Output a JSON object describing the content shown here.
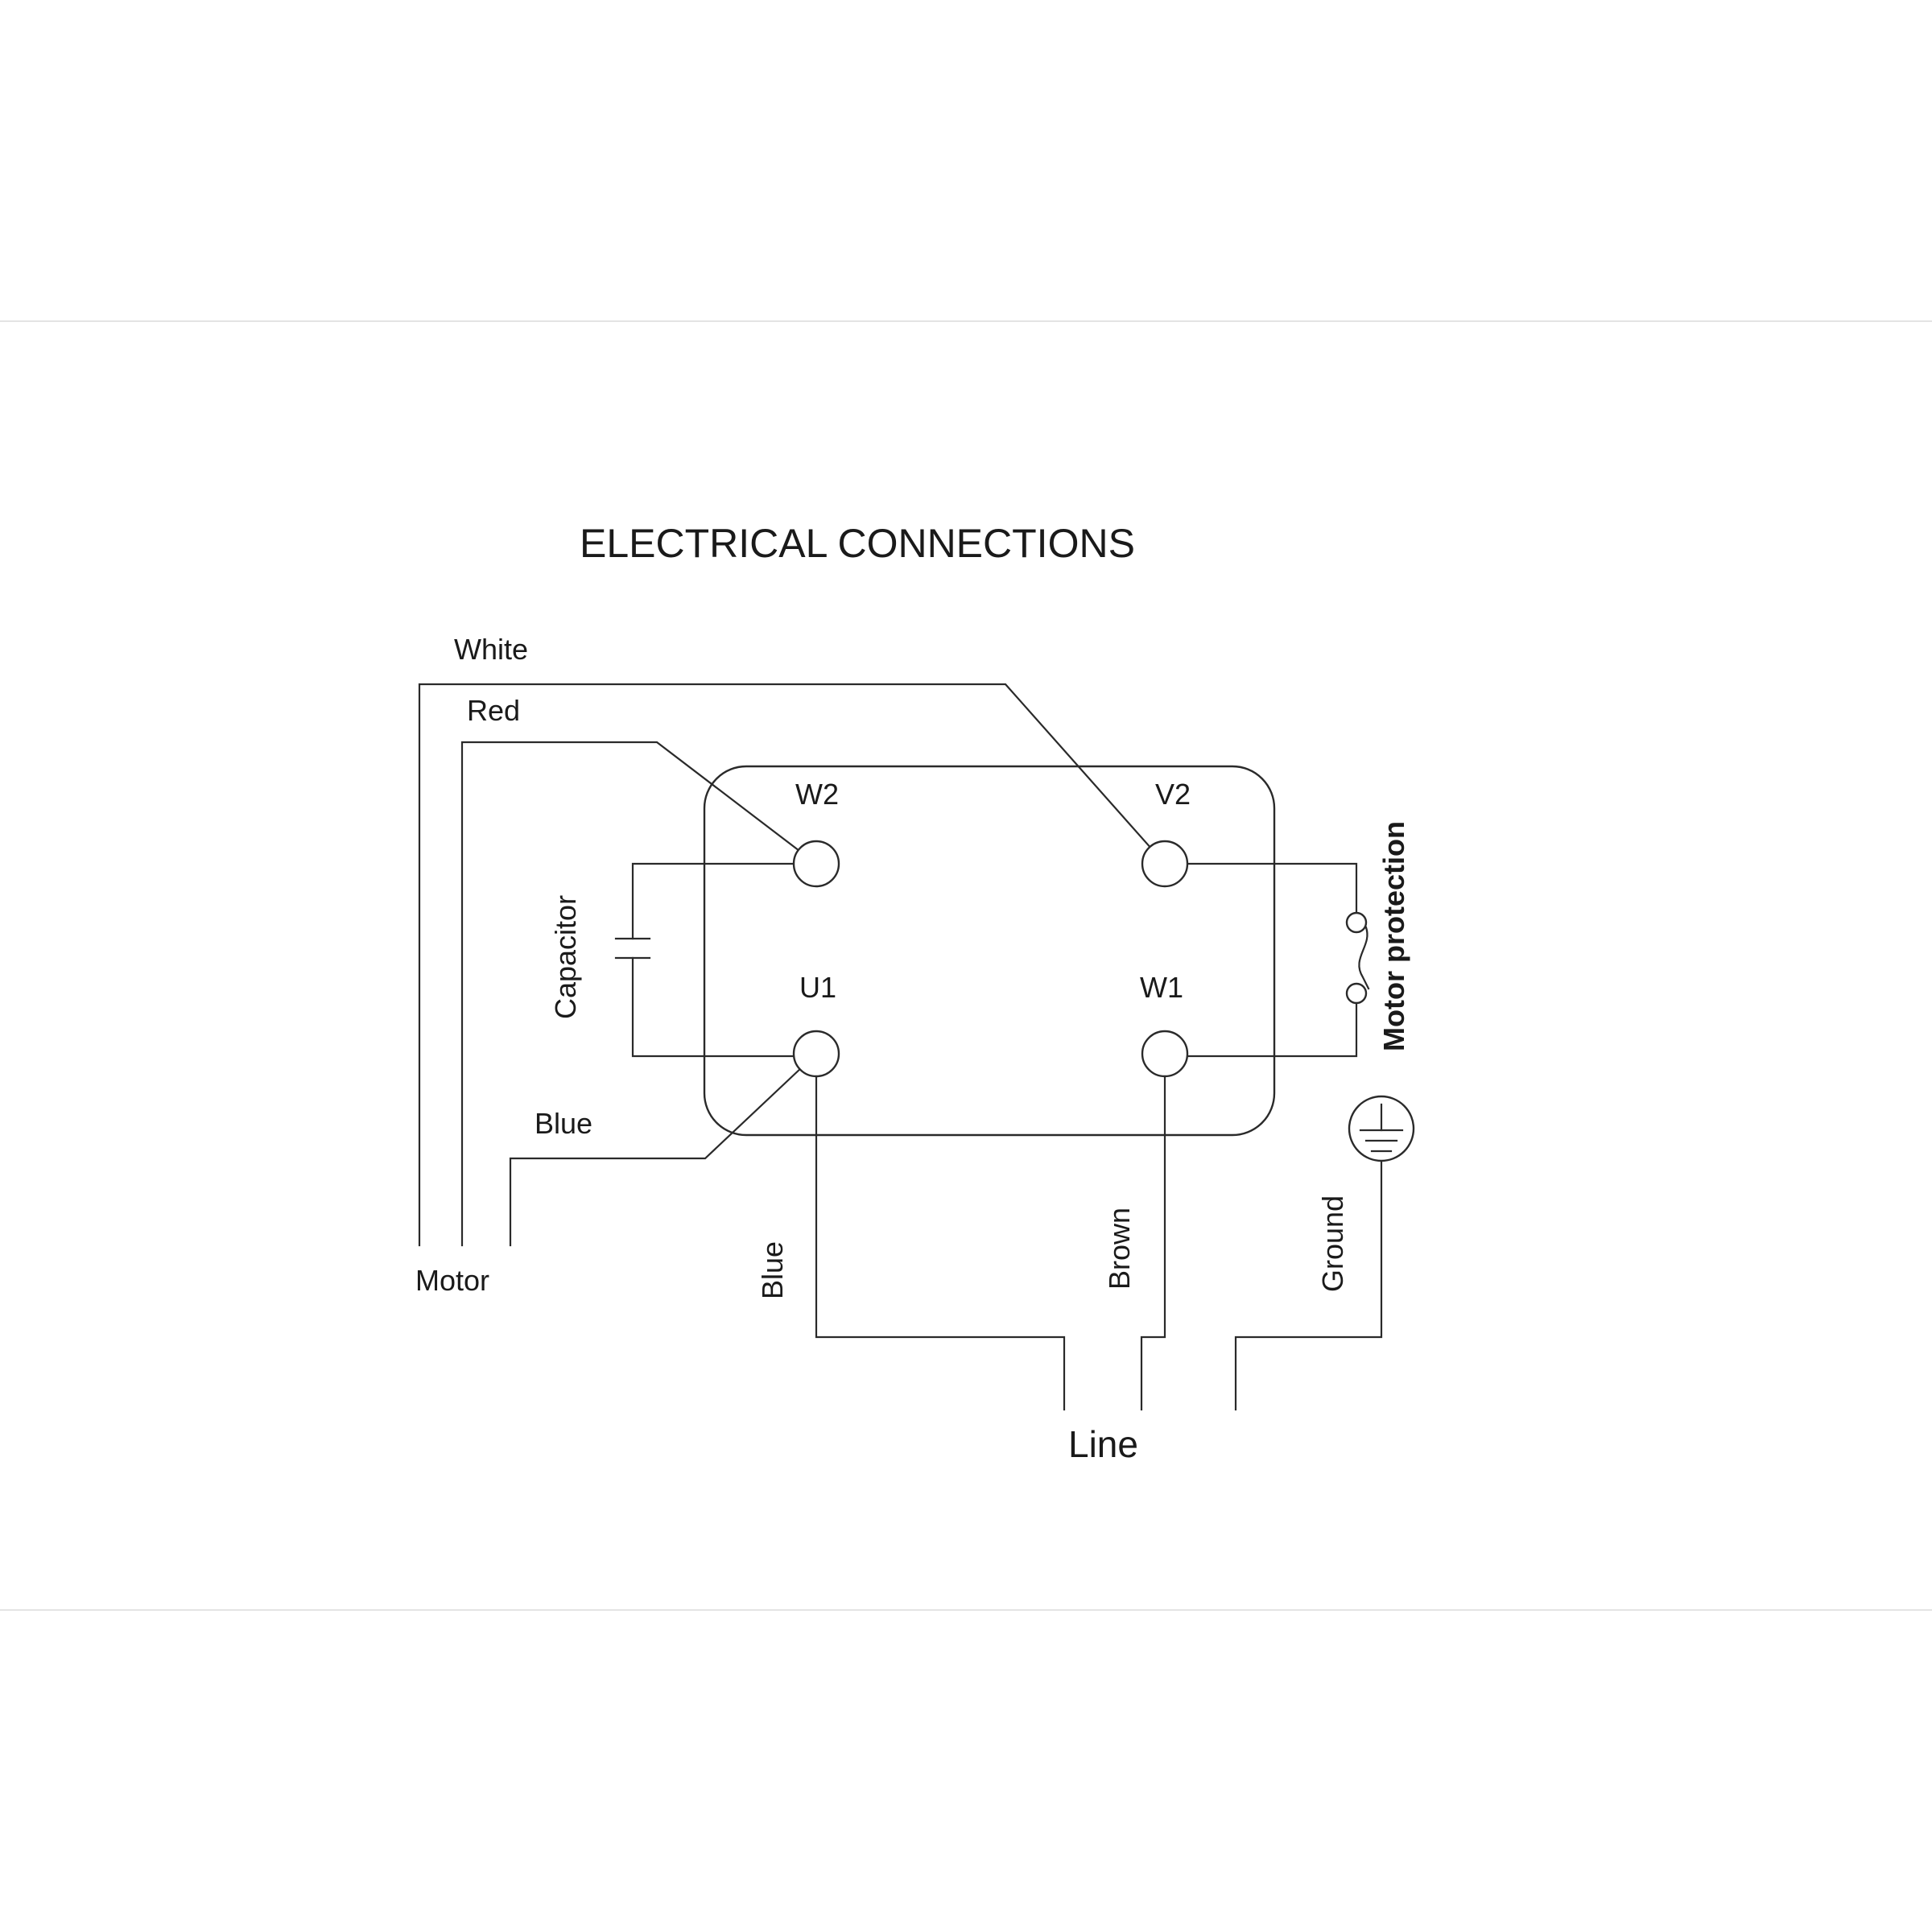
{
  "title": "ELECTRICAL CONNECTIONS",
  "terminals": {
    "w2": "W2",
    "v2": "V2",
    "u1": "U1",
    "w1": "W1"
  },
  "wires": {
    "white": "White",
    "red": "Red",
    "blue_motor": "Blue",
    "blue_line": "Blue",
    "brown": "Brown",
    "ground": "Ground"
  },
  "components": {
    "capacitor": "Capacitor",
    "motor_protection": "Motor protection",
    "ground_symbol": "ground-symbol"
  },
  "groups": {
    "motor": "Motor",
    "line": "Line"
  }
}
